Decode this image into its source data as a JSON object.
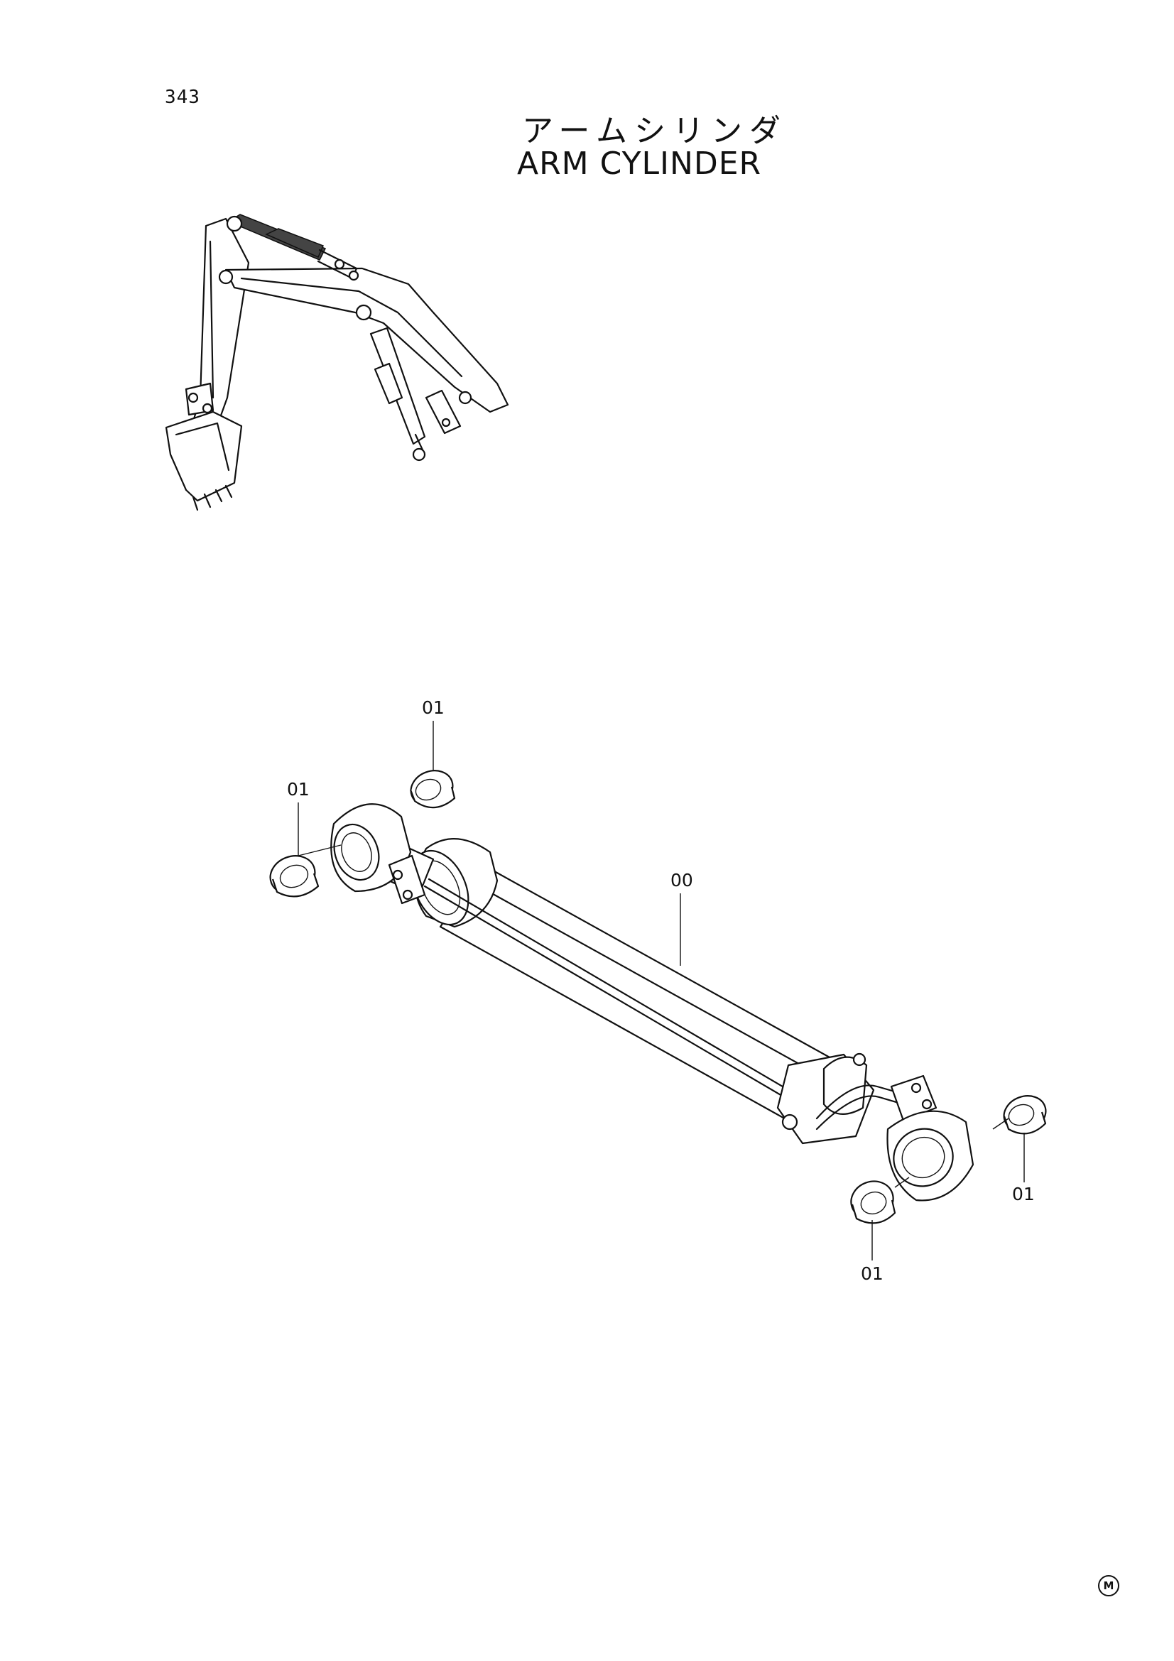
{
  "page": {
    "number": "343",
    "title_jp": "アームシリンダ",
    "title_en": "ARM CYLINDER",
    "mark": "M"
  },
  "diagram": {
    "callouts": [
      {
        "id": "callout-00",
        "label": "00"
      },
      {
        "id": "callout-01-top",
        "label": "01"
      },
      {
        "id": "callout-01-left",
        "label": "01"
      },
      {
        "id": "callout-01-right",
        "label": "01"
      },
      {
        "id": "callout-01-bottom",
        "label": "01"
      }
    ]
  }
}
